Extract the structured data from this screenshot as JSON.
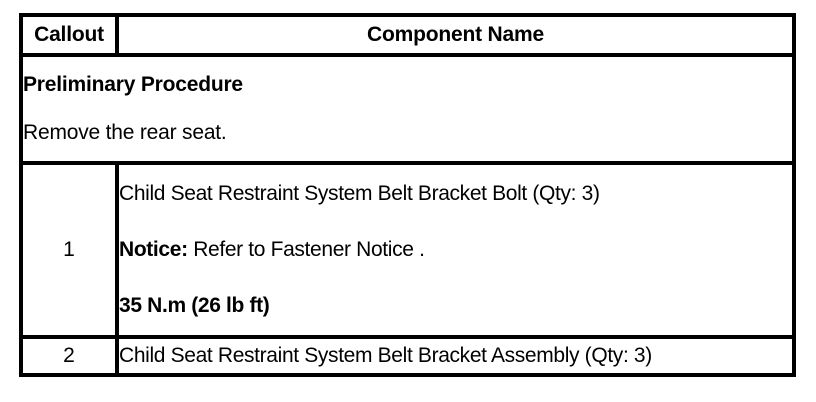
{
  "table": {
    "columns": [
      {
        "key": "callout",
        "header": "Callout"
      },
      {
        "key": "component_name",
        "header": "Component Name"
      }
    ],
    "preliminary": {
      "title": "Preliminary Procedure",
      "body": "Remove the rear seat."
    },
    "rows": [
      {
        "callout": "1",
        "name_line_1": "Child Seat Restraint System Belt Bracket Bolt (Qty: 3)",
        "notice_label": "Notice:",
        "notice_text": " Refer to Fastener Notice .",
        "torque": "35 N.m (26 lb ft)"
      },
      {
        "callout": "2",
        "name_line_1": "Child Seat Restraint System Belt Bracket Assembly (Qty: 3)"
      }
    ]
  },
  "colors": {
    "border": "#000000",
    "text": "#000000",
    "background": "#ffffff"
  }
}
